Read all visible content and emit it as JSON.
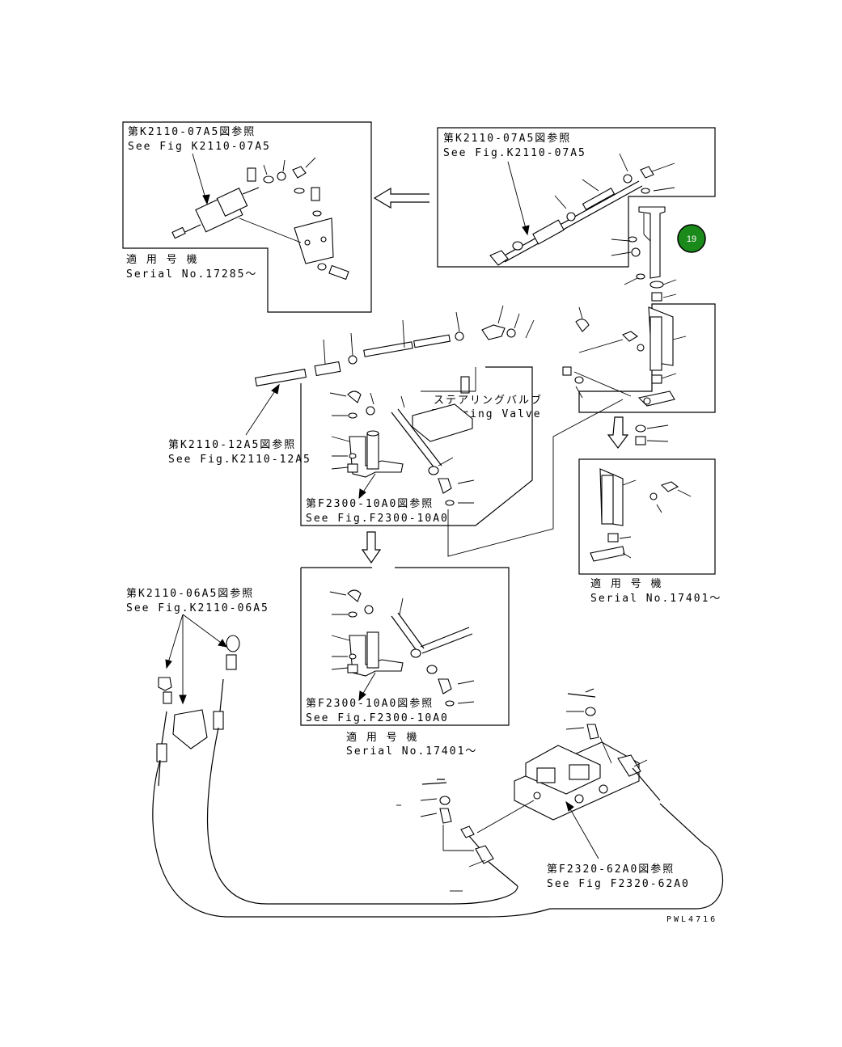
{
  "labels": {
    "ref_k2110_07a5_left_jp": "第K2110-07A5図参照",
    "ref_k2110_07a5_left_en": "See Fig K2110-07A5",
    "ref_k2110_07a5_right_jp": "第K2110-07A5図参照",
    "ref_k2110_07a5_right_en": "See Fig.K2110-07A5",
    "applicable_top_jp": "適 用 号 機",
    "applicable_top_en": "Serial No.17285～",
    "steering_valve_jp": "ステアリングバルブ",
    "steering_valve_en": "Steering Valve",
    "ref_k2110_12a5_jp": "第K2110-12A5図参照",
    "ref_k2110_12a5_en": "See Fig.K2110-12A5",
    "ref_f2300_10a0_upper_jp": "第F2300-10A0図参照",
    "ref_f2300_10a0_upper_en": "See Fig.F2300-10A0",
    "applicable_right_jp": "適 用 号 機",
    "applicable_right_en": "Serial No.17401～",
    "ref_k2110_06a5_jp": "第K2110-06A5図参照",
    "ref_k2110_06a5_en": "See Fig.K2110-06A5",
    "ref_f2300_10a0_lower_jp": "第F2300-10A0図参照",
    "ref_f2300_10a0_lower_en": "See Fig.F2300-10A0",
    "applicable_lower_jp": "適 用 号 機",
    "applicable_lower_en": "Serial No.17401～",
    "ref_f2320_62a0_jp": "第F2320-62A0図参照",
    "ref_f2320_62a0_en": "See Fig F2320-62A0",
    "drawing_code": "PWL4716"
  },
  "callout": {
    "number": "19",
    "color": "#1a8a1a"
  }
}
